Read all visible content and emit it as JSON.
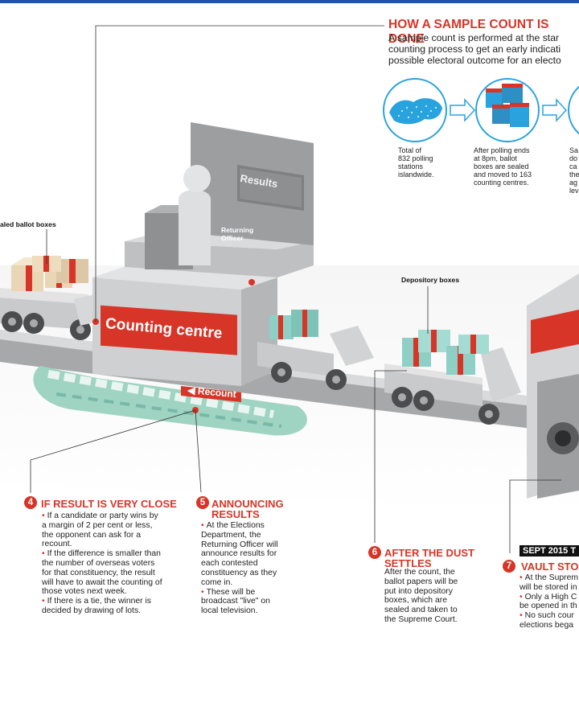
{
  "sample_count": {
    "title": "HOW A SAMPLE COUNT IS DONE",
    "lines": [
      "A sample count is performed at the star",
      "counting process to get an early indicati",
      "possible electoral outcome for an electo"
    ],
    "steps": [
      {
        "lines": [
          "Total of",
          "832 polling",
          "stations",
          "islandwide."
        ]
      },
      {
        "lines": [
          "After polling ends",
          "at 8pm, ballot",
          "boxes are sealed",
          "and moved to 163",
          "counting centres."
        ]
      },
      {
        "lines": [
          "Sa",
          "do",
          "ca",
          "the",
          "ag",
          "lev"
        ]
      }
    ]
  },
  "illustration_labels": {
    "sealed_ballot_boxes": "aled ballot boxes",
    "results_sign": "Results",
    "returning_officer_line1": "Returning",
    "returning_officer_line2": "Officer",
    "depository_boxes": "Depository boxes",
    "counting_centre": "Counting centre",
    "recount": "Recount"
  },
  "sections": {
    "s4": {
      "number": "4",
      "title": "IF RESULT IS VERY CLOSE",
      "paragraphs": [
        [
          "If a candidate or party wins by",
          "a margin of 2 per cent or less,",
          "the opponent can ask for a",
          "recount."
        ],
        [
          "If the difference is smaller than",
          "the number of overseas voters",
          "for that constituency, the result",
          "will have to await the counting of",
          "those votes next week."
        ],
        [
          "If there is a tie, the winner is",
          "decided by drawing of lots."
        ]
      ]
    },
    "s5": {
      "number": "5",
      "title_lines": [
        "ANNOUNCING",
        "RESULTS"
      ],
      "paragraphs": [
        [
          "At the Elections",
          "Department, the",
          "Returning Officer will",
          "announce results for",
          "each contested",
          "constituency as they",
          "come in."
        ],
        [
          "These will be",
          "broadcast \"live\" on",
          "local television."
        ]
      ]
    },
    "s6": {
      "number": "6",
      "title_lines": [
        "AFTER THE DUST",
        "SETTLES"
      ],
      "lines": [
        "After the count, the",
        "ballot papers will be",
        "put into depository",
        "boxes, which are",
        "sealed and taken to",
        "the Supreme Court."
      ]
    },
    "s7": {
      "number": "7",
      "tag": "SEPT 2015 T",
      "title": "VAULT STOR",
      "paragraphs": [
        [
          "At the Suprem",
          "will be stored in"
        ],
        [
          "Only a High C",
          "be opened in th"
        ],
        [
          "No such cour",
          "elections bega"
        ]
      ]
    }
  },
  "colors": {
    "accent_red": "#d63527",
    "top_bar_blue": "#1f55a6",
    "icon_blue": "#29a3dd",
    "box_teal": "#8fd0c6",
    "box_beige": "#e9d6b5",
    "machine_grey": "#c8c9cb",
    "belt_green": "#9fd3c2"
  },
  "icons": [
    "singapore-map-icon",
    "ballot-boxes-icon",
    "arrow-right-icon",
    "vault-icon"
  ]
}
